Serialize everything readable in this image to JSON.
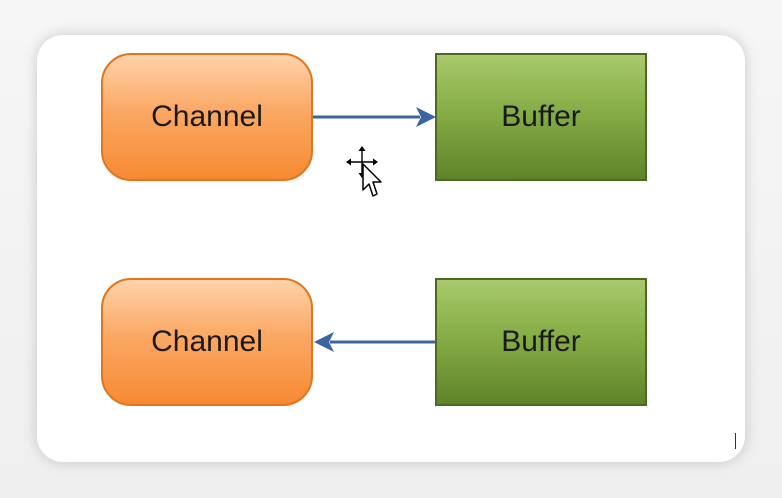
{
  "diagram": {
    "top_row": {
      "source_label": "Channel",
      "target_label": "Buffer"
    },
    "bottom_row": {
      "source_label": "Buffer",
      "target_label": "Channel"
    }
  },
  "colors": {
    "channel_fill": "#f68a33",
    "channel_border": "#e0761e",
    "buffer_fill": "#86ad47",
    "buffer_border": "#4d6a22",
    "arrow": "#3c64a0"
  },
  "icons": {
    "cursor": "move-cursor-icon"
  }
}
